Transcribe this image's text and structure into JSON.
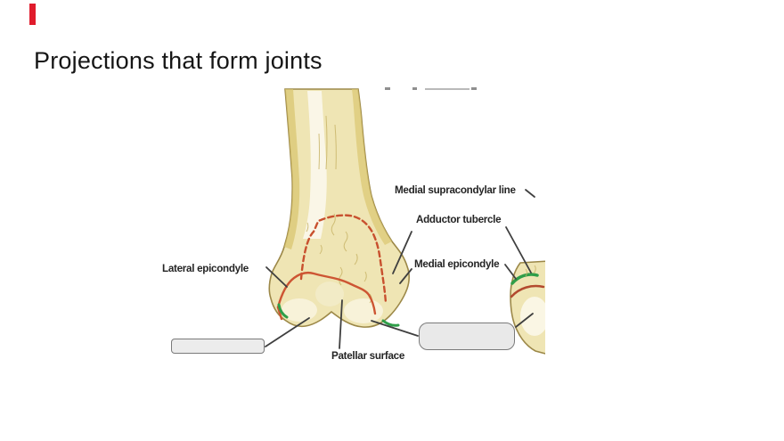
{
  "slide": {
    "title": "Projections that form joints",
    "accent_bar_color": "#e01b2c",
    "background_color": "#ffffff"
  },
  "figure": {
    "labels": {
      "medial_supracondylar_line": "Medial supracondylar line",
      "adductor_tubercle": "Adductor tubercle",
      "medial_epicondyle": "Medial epicondyle",
      "lateral_epicondyle": "Lateral epicondyle",
      "patellar_surface": "Patellar surface"
    },
    "answer_boxes": [
      {
        "value": ""
      },
      {
        "value": ""
      }
    ],
    "colors": {
      "bone_fill": "#efe5b4",
      "bone_shadow": "#d8c46c",
      "bone_highlight": "#fbf9f0",
      "bone_outline": "#9c8848",
      "epiphyseal_line_red": "#c8502e",
      "ligament_green": "#2f9e49",
      "leader_line": "#3f3f3f",
      "answer_box_fill": "#ececec",
      "answer_box_border": "#7a7a7a"
    }
  }
}
